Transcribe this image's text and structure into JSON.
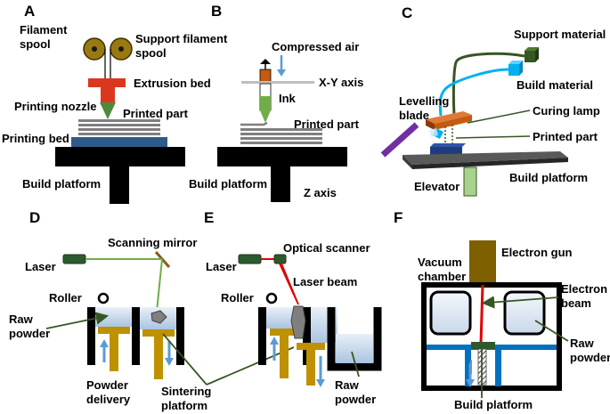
{
  "panels": {
    "A": {
      "letter": "A",
      "filament_spool": [
        "Filament",
        "spool"
      ],
      "support_spool": [
        "Support filament",
        "spool"
      ],
      "extrusion_bed": "Extrusion bed",
      "printing_nozzle": "Printing nozzle",
      "printed_part": "Printed part",
      "printing_bed": "Printing bed",
      "build_platform": "Build platform"
    },
    "B": {
      "letter": "B",
      "compressed_air": "Compressed air",
      "xy_axis": "X-Y axis",
      "ink": "Ink",
      "printed_part": "Printed part",
      "build_platform": "Build platform",
      "z_axis": "Z axis"
    },
    "C": {
      "letter": "C",
      "support_material": "Support material",
      "build_material": "Build material",
      "levelling_blade": [
        "Levelling",
        "blade"
      ],
      "curing_lamp": "Curing lamp",
      "printed_part": "Printed part",
      "elevator": "Elevator",
      "build_platform": "Build platform"
    },
    "D": {
      "letter": "D",
      "scanning_mirror": "Scanning mirror",
      "laser": "Laser",
      "roller": "Roller",
      "raw_powder": [
        "Raw",
        "powder"
      ],
      "powder_delivery": [
        "Powder",
        "delivery"
      ],
      "sintering_platform": [
        "Sintering",
        "platform"
      ]
    },
    "E": {
      "letter": "E",
      "optical_scanner": "Optical scanner",
      "laser": "Laser",
      "laser_beam": "Laser beam",
      "roller": "Roller",
      "raw_powder": [
        "Raw",
        "powder"
      ]
    },
    "F": {
      "letter": "F",
      "electron_gun": "Electron gun",
      "vacuum_chamber": [
        "Vacuum",
        "chamber"
      ],
      "electron_beam": [
        "Electron",
        "beam"
      ],
      "raw_powder": [
        "Raw",
        "powder"
      ],
      "build_platform": "Build platform"
    }
  },
  "colors": {
    "spool": "#9a7a10",
    "extrusion": "#d9381e",
    "nozzle_green": "#4f8a3a",
    "printed_part": "#7f7f7f",
    "printing_bed": "#2e5b8a",
    "platform_black": "#000000",
    "arrow_blue": "#5b9bd5",
    "ink_green": "#70ad47",
    "ink_orange": "#c55a11",
    "support_dark_green": "#375623",
    "build_cyan": "#00b0f0",
    "blade_purple": "#7030a0",
    "curing_block": "#c55a11",
    "part_blue": "#1f3d7a",
    "elevator_green": "#a9d18e",
    "laser_dark_green": "#2d5a2d",
    "beam_green": "#70ad47",
    "mirror_brown": "#8b5a1a",
    "powder_bed_blue": "#c7d9ec",
    "piston_gold": "#bf9000",
    "laser_red": "#e00000",
    "gun_olive": "#7f6000",
    "chamber_blue": "#0070c0"
  }
}
